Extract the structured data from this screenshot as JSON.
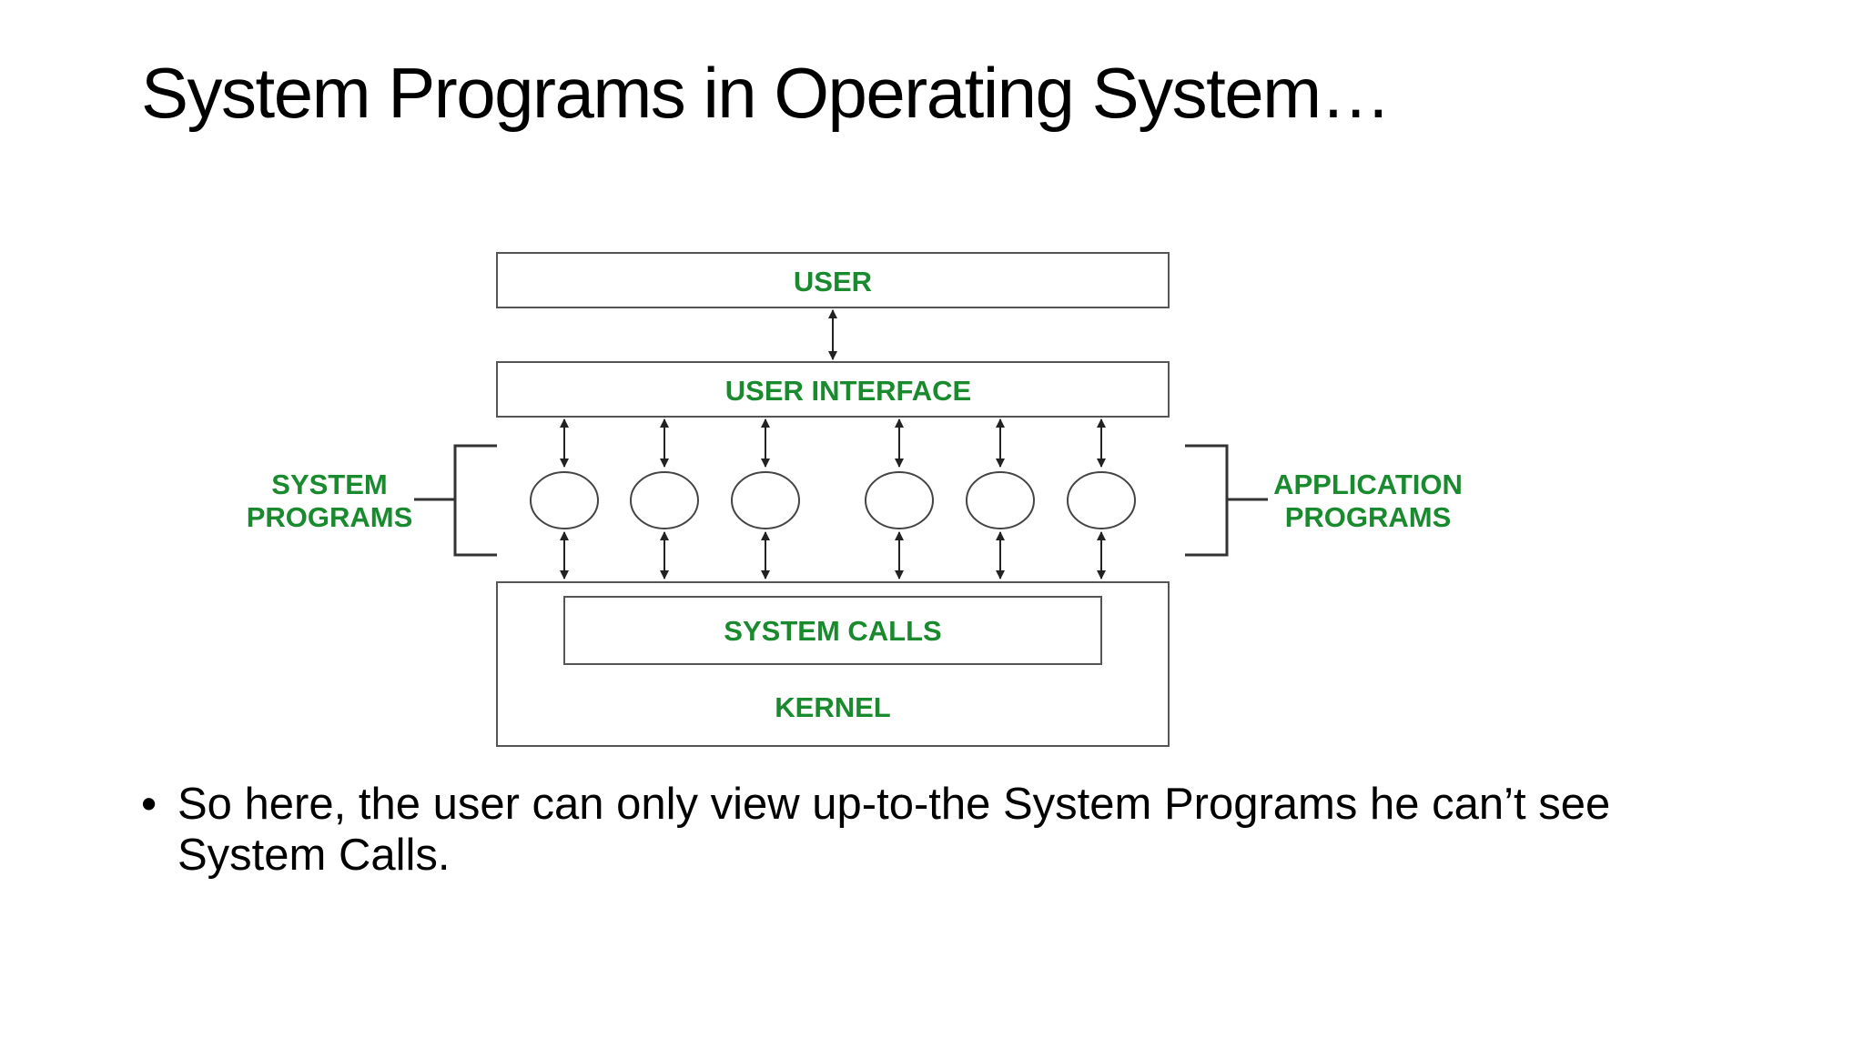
{
  "slide": {
    "title": "System Programs in Operating System…"
  },
  "diagram": {
    "user": "USER",
    "user_interface": "USER INTERFACE",
    "system_programs_line1": "SYSTEM",
    "system_programs_line2": "PROGRAMS",
    "application_programs_line1": "APPLICATION",
    "application_programs_line2": "PROGRAMS",
    "system_calls": "SYSTEM CALLS",
    "kernel": "KERNEL",
    "label_color": "#1a8a2e"
  },
  "bullets": [
    {
      "marker": "•",
      "text": "So here, the user can only view up-to-the System Programs he can’t see System Calls."
    }
  ]
}
